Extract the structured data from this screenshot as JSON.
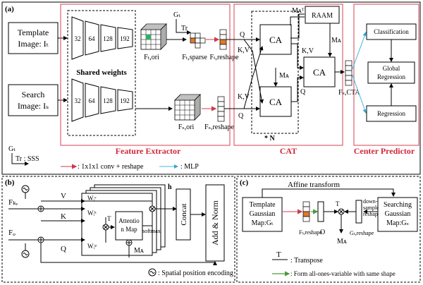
{
  "panel_a": {
    "tag": "(a)",
    "template_image": [
      "Template",
      "Image: Iₜ"
    ],
    "search_image": [
      "Search",
      "Image: Iₛ"
    ],
    "channels": [
      "32",
      "64",
      "128",
      "192"
    ],
    "shared_weights": "Shared weights",
    "feature_extractor": "Feature Extractor",
    "cat": "CAT",
    "center_predictor": "Center Predictor",
    "gt": "Gₜ",
    "tr": "Tr",
    "f_t_ori": "Fₜ,ori",
    "f_t_sparse": "Fₜ,sparse",
    "f_t_reshape": "Fₜ,reshape",
    "f_s_ori": "Fₛ,ori",
    "f_s_reshape": "Fₛ,reshape",
    "f_s_cta": "Fₛ,CTA",
    "raam": "RAAM",
    "ca": "CA",
    "q": "Q",
    "kv": "K,V",
    "ma": "Mᴀ",
    "ma_t": "Mᴀᵀ",
    "times_n": "* N",
    "classification": "Classification",
    "global_regression": [
      "Global",
      "Regression"
    ],
    "regression": "Regression"
  },
  "legend": {
    "gt": "Gₜ",
    "tr_sss": "Tr : SSS",
    "conv": ": 1x1x1 conv + reshape",
    "mlp": ": MLP"
  },
  "panel_b": {
    "tag": "(b)",
    "fkv": "Fₖᵥ",
    "fq": "Fᵩ",
    "v": "V",
    "k": "K",
    "q": "Q",
    "wv": "Wᵢᵛ",
    "wk": "Wᵢᵏ",
    "wq": "Wᵢᵠ",
    "t": "T",
    "attention_map": [
      "Attentio",
      "n Map"
    ],
    "softmax": "softmax",
    "h": "h",
    "concat": "Concat",
    "add_norm": "Add & Norm",
    "ma": "Mᴀ",
    "spatial": ": Spatial position encoding"
  },
  "panel_c": {
    "tag": "(c)",
    "affine": "Affine transform",
    "template_map": [
      "Template",
      "Gaussian",
      "Map:Gₜ"
    ],
    "f_t_reshape": "Fₜ,reshape",
    "o": "O",
    "t": "T",
    "ma": "Mᴀ",
    "g_t_reshape": "Gₜ,reshape",
    "downsample": [
      "down-",
      "sample",
      "reshape"
    ],
    "search_map": [
      "Searching",
      "Gaussian",
      "Map:Gₛ"
    ],
    "transpose": ": Transpose",
    "ones_note": ": Form all-ones-variable with same shape"
  }
}
